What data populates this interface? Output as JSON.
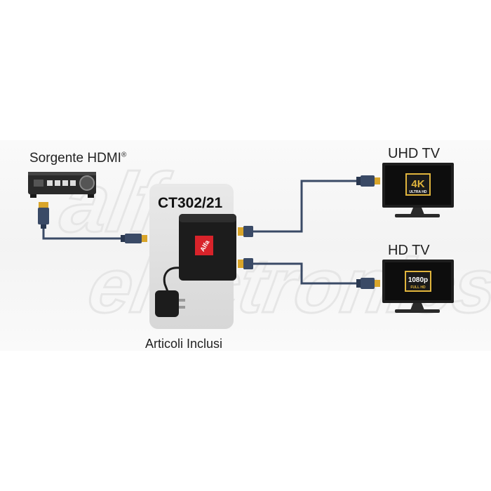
{
  "source": {
    "label": "Sorgente HDMI",
    "mark": "®"
  },
  "product": {
    "code": "CT302/21",
    "logo": "Alfa"
  },
  "included": {
    "label": "Articoli Inclusi"
  },
  "outputs": [
    {
      "label": "UHD TV",
      "badge_main": "4K",
      "badge_sub": "ULTRA HD"
    },
    {
      "label": "HD TV",
      "badge_main": "1080p",
      "badge_sub": "FULL HD"
    }
  ],
  "watermark": [
    "alfa",
    "electronics"
  ],
  "colors": {
    "cable": "#3a4a66",
    "connector_gold": "#d9a52a",
    "splitter": "#1c1c1c",
    "logo_red": "#d8232a",
    "badge_gold": "#e0b43c"
  }
}
